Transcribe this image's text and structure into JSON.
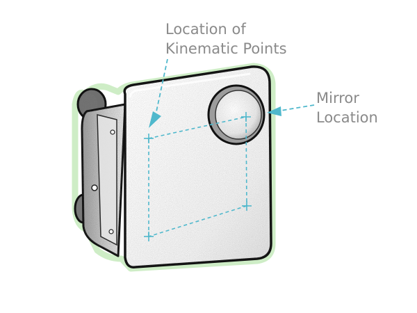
{
  "labels": {
    "kinematic": {
      "line1": "Location of",
      "line2": "Kinematic Points"
    },
    "mirror": {
      "line1": "Mirror",
      "line2": "Location"
    }
  },
  "colors": {
    "accent": "#4fb8cc",
    "label_text": "#8a8a8a",
    "outline": "#111111",
    "glow": "#c9ebc0",
    "body_fill": "#f4f4f4",
    "shade": "#bdbdbd"
  },
  "icons": {
    "mirror": "mirror-lens-icon",
    "kinematic_point": "crosshair-icon"
  }
}
